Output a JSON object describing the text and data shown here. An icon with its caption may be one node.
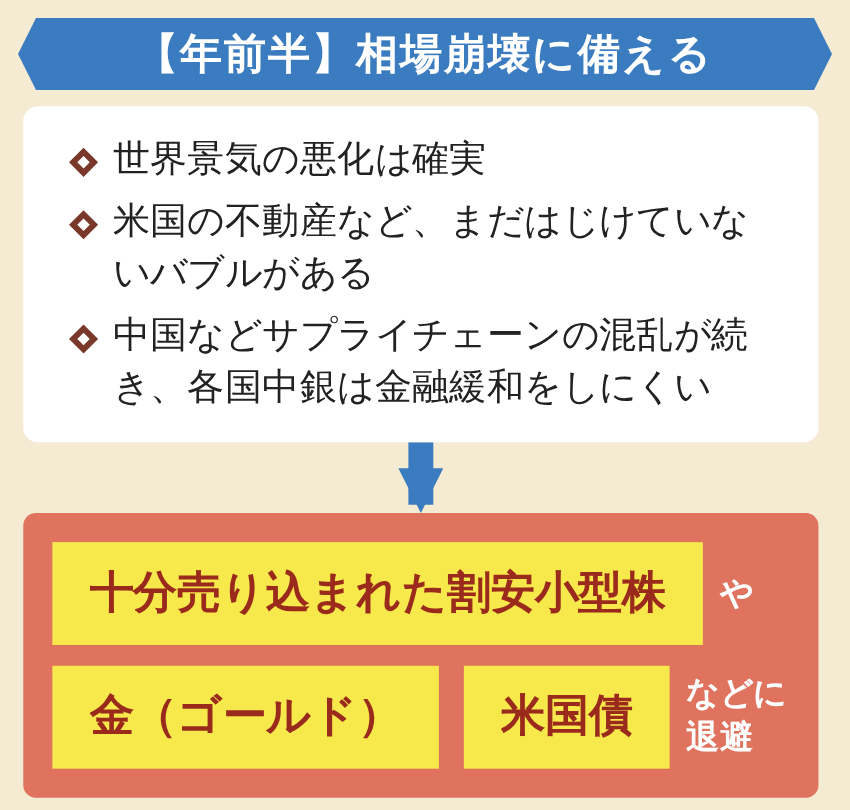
{
  "diagram": {
    "title": "【年前半】相場崩壊に備える",
    "nodes": [
      {
        "text": [
          "世界景気の悪化は確実",
          "米国の不動産など、まだはじけていないバブルがある",
          "中国などサプライチェーンの混乱が続き、各国中銀は金融緩和をしにくい"
        ]
      },
      {
        "text": [],
        "shape": "box"
      },
      {
        "text": [
          "十分売り込まれた割安小型株"
        ],
        "in": 1,
        "beside": [
          "や"
        ]
      },
      {
        "text": [
          "金（ゴールド）"
        ],
        "in": 1
      },
      {
        "text": [
          "米国債"
        ],
        "in": 1,
        "beside": [
          "などに退避"
        ]
      }
    ],
    "edges": [
      {
        "from": 0,
        "to": 1,
        "arrow": "to"
      }
    ]
  }
}
